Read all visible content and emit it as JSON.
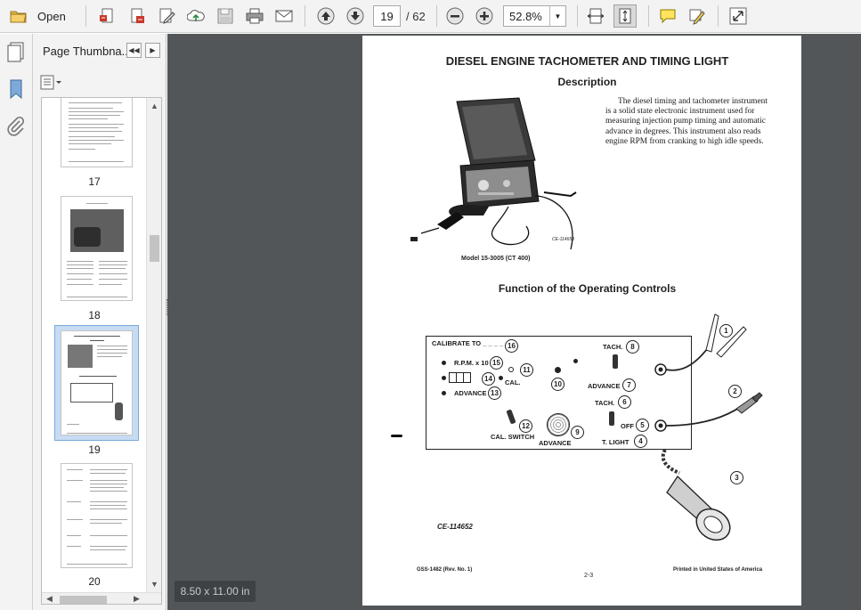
{
  "toolbar": {
    "open_label": "Open",
    "current_page": "19",
    "page_total": "/ 62",
    "zoom_value": "52.8%",
    "icons": [
      "open-folder-icon",
      "create-pdf-icon",
      "export-pdf-icon",
      "edit-pdf-icon",
      "upload-cloud-icon",
      "save-icon",
      "print-icon",
      "email-icon",
      "previous-page-icon",
      "next-page-icon",
      "zoom-out-icon",
      "zoom-in-icon",
      "dropdown-arrow-icon",
      "fit-width-icon",
      "fit-page-icon",
      "comment-icon",
      "highlight-pen-icon",
      "fullscreen-icon"
    ]
  },
  "sidebar": {
    "panel_title": "Page Thumbna...",
    "thumbnails": [
      {
        "label": "17"
      },
      {
        "label": "18"
      },
      {
        "label": "19",
        "selected": true
      },
      {
        "label": "20"
      }
    ]
  },
  "document": {
    "page_size": "8.50 x 11.00 in",
    "title": "DIESEL ENGINE TACHOMETER AND TIMING LIGHT",
    "subtitle": "Description",
    "body": "The diesel timing and tachometer instrument is a solid state electronic instrument used for measuring injection pump timing and automatic advance in degrees. This instrument also reads engine RPM from cranking to high idle speeds.",
    "photo_code": "CE-114653",
    "model_caption": "Model 15-3005 (CT 400)",
    "controls_heading": "Function of the Operating Controls",
    "diagram": {
      "calibrate": "CALIBRATE TO _ _ _ _",
      "rpm": "R.P.M. x 10",
      "cal": "CAL.",
      "advance_left": "ADVANCE",
      "cal_switch": "CAL. SWITCH",
      "advance_bottom": "ADVANCE",
      "tach_top": "TACH.",
      "advance_right": "ADVANCE",
      "tach_mid": "TACH.",
      "off": "OFF",
      "t_light": "T. LIGHT",
      "callouts": [
        "1",
        "2",
        "3",
        "4",
        "5",
        "6",
        "7",
        "8",
        "9",
        "10",
        "11",
        "12",
        "13",
        "14",
        "15",
        "16"
      ]
    },
    "figure_code": "CE-114652",
    "footer_left": "GSS-1482 (Rev. No. 1)",
    "footer_center": "2-3",
    "footer_right": "Printed in United States of America"
  }
}
